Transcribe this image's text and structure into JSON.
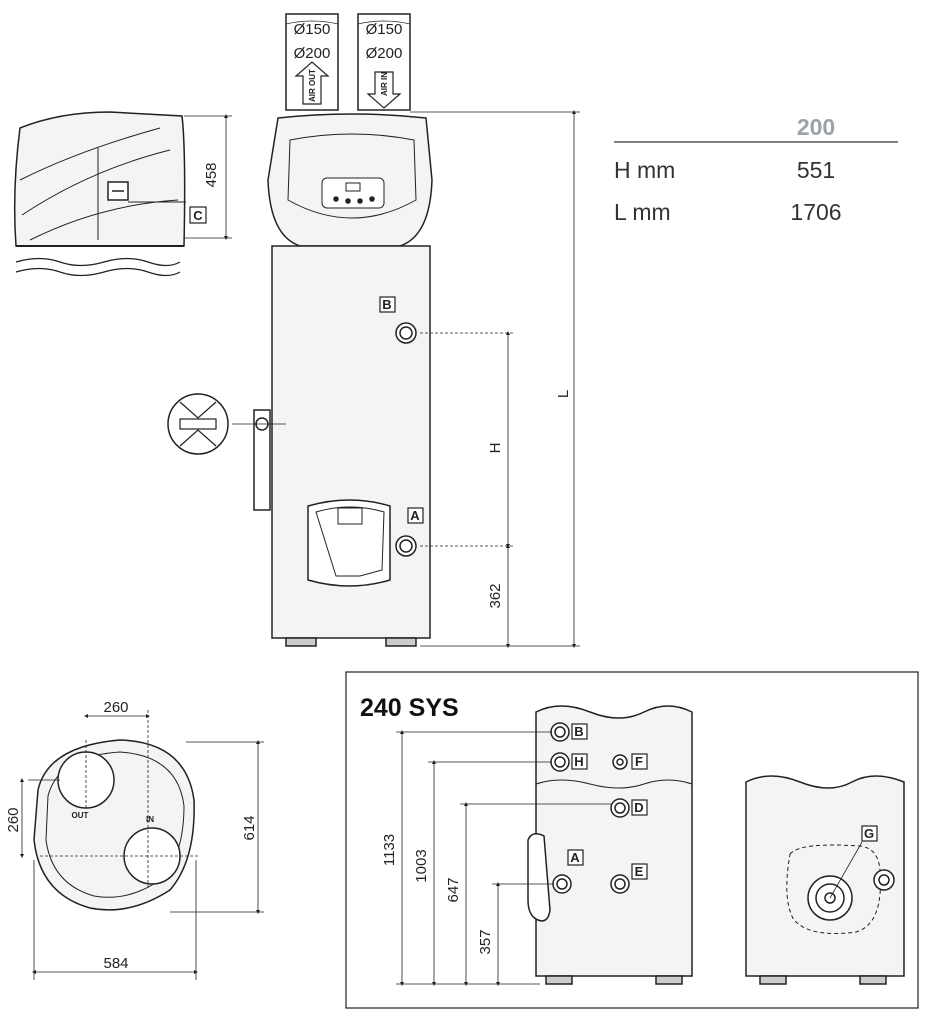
{
  "pipe_labels": {
    "left_top": "Ø150",
    "left_bottom": "Ø200",
    "right_top": "Ø150",
    "right_bottom": "Ø200",
    "air_out": "AIR OUT",
    "air_in": "AIR IN"
  },
  "table": {
    "header": "200",
    "rows": [
      {
        "label": "H mm",
        "value": "551"
      },
      {
        "label": "L mm",
        "value": "1706"
      }
    ]
  },
  "dimensions": {
    "side_height": "458",
    "side_label": "C",
    "h_label": "H",
    "l_label": "L",
    "bottom_offset": "362",
    "top_width": "260",
    "top_depth_offset": "260",
    "top_depth": "614",
    "top_total_width": "584",
    "outlet_out": "OUT",
    "outlet_in": "IN"
  },
  "connection_labels": {
    "a": "A",
    "b": "B"
  },
  "sys_box": {
    "title": "240 SYS",
    "labels": [
      "B",
      "H",
      "F",
      "D",
      "A",
      "E",
      "G"
    ],
    "dims": [
      "1133",
      "1003",
      "647",
      "357"
    ]
  },
  "colors": {
    "line": "#222222",
    "label_header": "#9aa3a8"
  }
}
